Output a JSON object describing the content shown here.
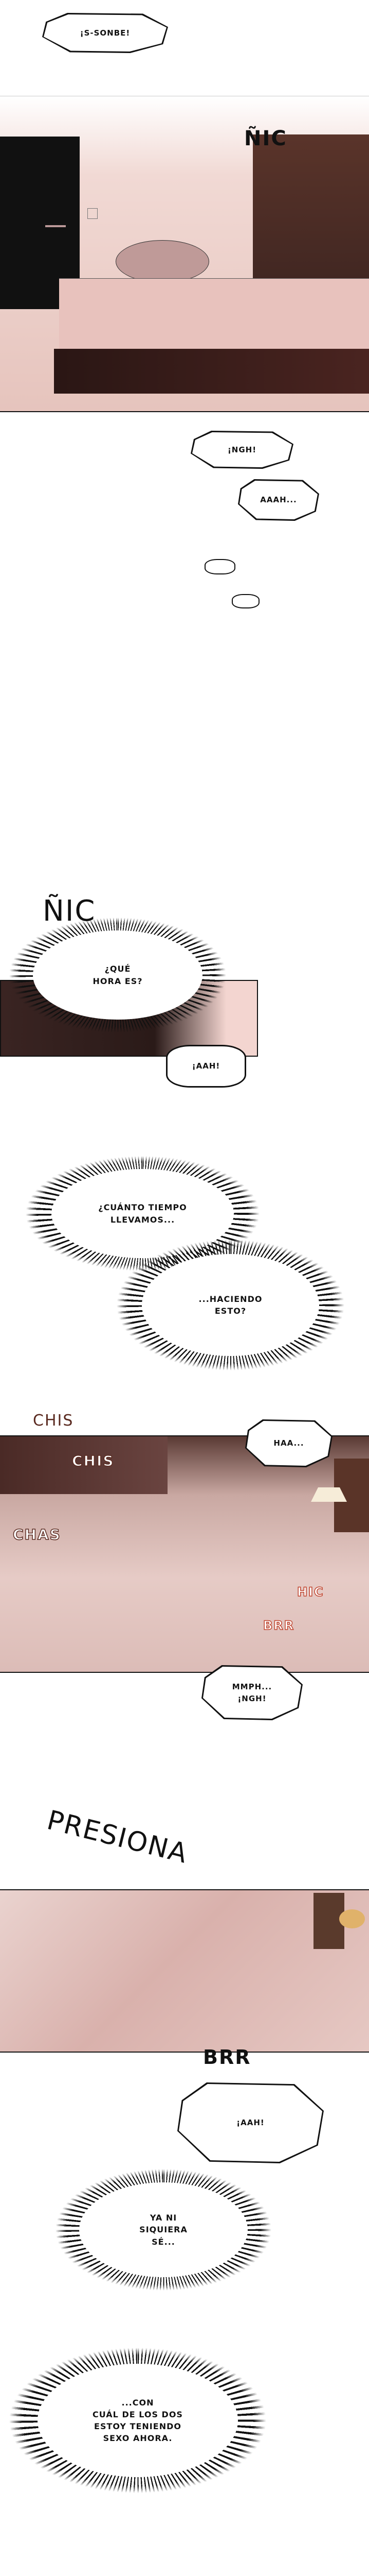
{
  "colors": {
    "panel_pink": "#e8c9c4",
    "panel_dark": "#3a2422",
    "wood": "#4a2a22",
    "ink": "#111111",
    "sfx_red": "#c0452f"
  },
  "bubbles": {
    "sonbe": "¡S-SONBE!",
    "ngh1": "¡NGH!",
    "aaah": "AAAH...",
    "que_hora": "¿QUÉ\nHORA ES?",
    "aah1": "¡AAH!",
    "cuanto": "¿CUÁNTO TIEMPO\nLLEVAMOS...",
    "haciendo": "...HACIENDO\nESTO?",
    "haa": "HAA...",
    "mmph": "MMPH...\n¡NGH!",
    "aah2": "¡AAH!",
    "ya_ni": "YA NI\nSIQUIERA\nSÉ...",
    "con_cual": "...CON\nCUÁL DE LOS DOS\nESTOY TENIENDO\nSEXO AHORA."
  },
  "sfx": {
    "nic1": "ÑIC",
    "nic2": "ÑIC",
    "chis1": "CHIS",
    "chis2": "CHIS",
    "chas": "CHAS",
    "hic": "HIC",
    "brr1": "BRR",
    "presiona": "PRESIONA",
    "brr2": "BRR"
  }
}
